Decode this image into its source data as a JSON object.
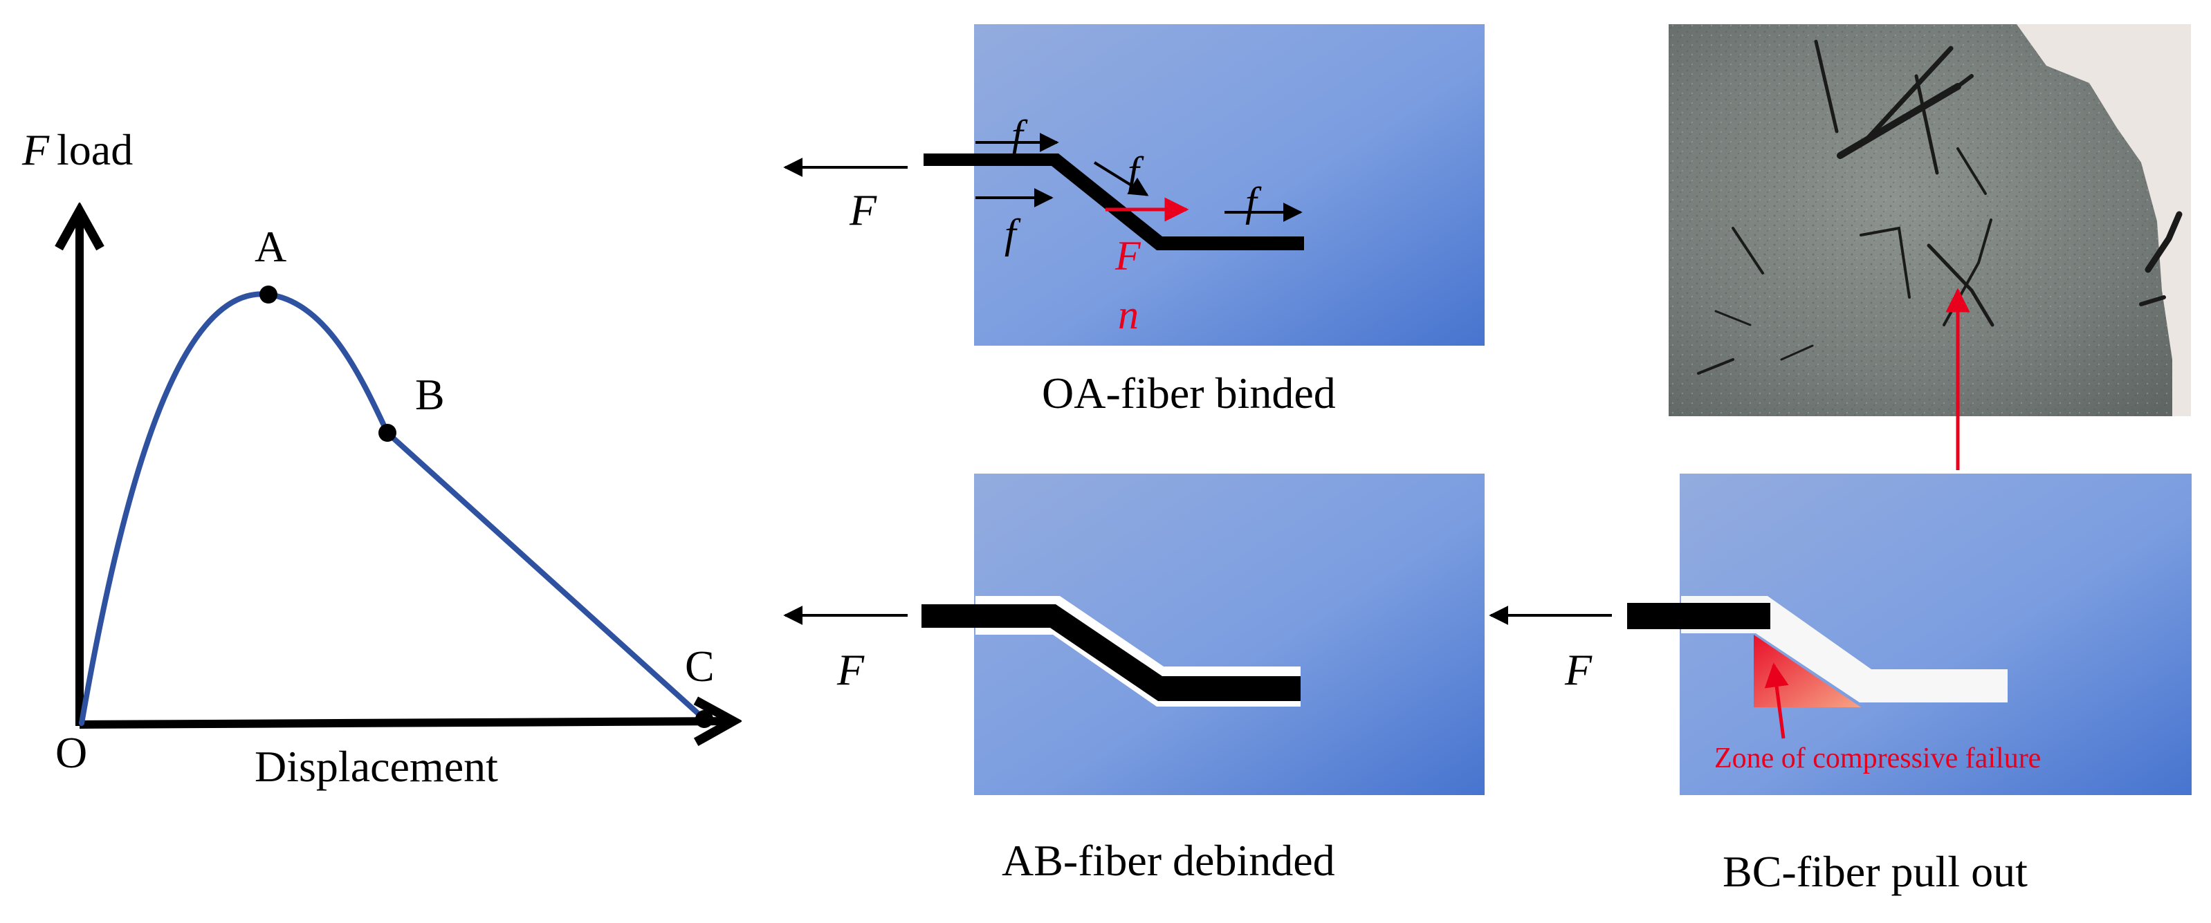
{
  "curve": {
    "y_label_symbol": "F",
    "y_label_text": "load",
    "x_label": "Displacement",
    "points": {
      "O": "O",
      "A": "A",
      "B": "B",
      "C": "C"
    },
    "line_color": "#2f52a0"
  },
  "panels": {
    "oa": {
      "caption": "OA-fiber binded",
      "force": "F",
      "friction": "f",
      "normal_top": "F",
      "normal_bottom": "n"
    },
    "ab": {
      "caption": "AB-fiber debinded",
      "force": "F"
    },
    "bc": {
      "caption": "BC-fiber pull out",
      "force": "F",
      "zone_label": "Zone of compressive failure"
    }
  },
  "colors": {
    "matrix_light": "#8ea9e2",
    "matrix_dark": "#4a76cf",
    "fiber": "#000000",
    "accent_red": "#e8001c",
    "photo_gray": "#7e8582"
  }
}
